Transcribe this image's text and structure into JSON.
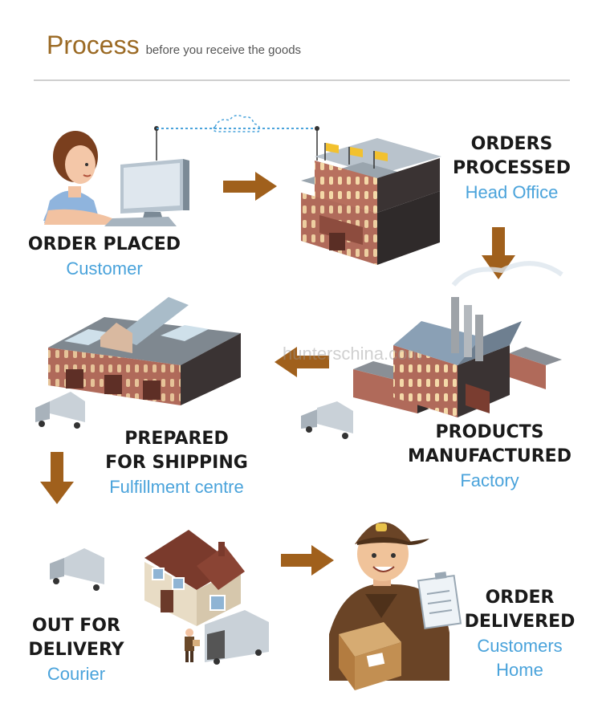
{
  "title": {
    "main": "Process",
    "subtitle": "before you receive the goods"
  },
  "colors": {
    "accent": "#9b6a24",
    "arrow": "#a0601c",
    "blue": "#4aa3db",
    "brick": "#b06a5a"
  },
  "steps": [
    {
      "label": "ORDER PLACED",
      "sub": "Customer",
      "icon": "customer-at-computer-icon"
    },
    {
      "label_line1": "ORDERS",
      "label_line2": "PROCESSED",
      "sub": "Head Office",
      "icon": "head-office-building-icon"
    },
    {
      "label_line1": "PRODUCTS",
      "label_line2": "MANUFACTURED",
      "sub": "Factory",
      "icon": "factory-icon"
    },
    {
      "label_line1": "PREPARED",
      "label_line2": "FOR SHIPPING",
      "sub": "Fulfillment centre",
      "icon": "warehouse-icon"
    },
    {
      "label_line1": "OUT FOR",
      "label_line2": "DELIVERY",
      "sub": "Courier",
      "icon": "house-delivery-icon"
    },
    {
      "label_line1": "ORDER",
      "label_line2": "DELIVERED",
      "sub_line1": "Customers",
      "sub_line2": "Home",
      "icon": "delivery-man-icon"
    }
  ],
  "watermark": "hunterschina.com"
}
